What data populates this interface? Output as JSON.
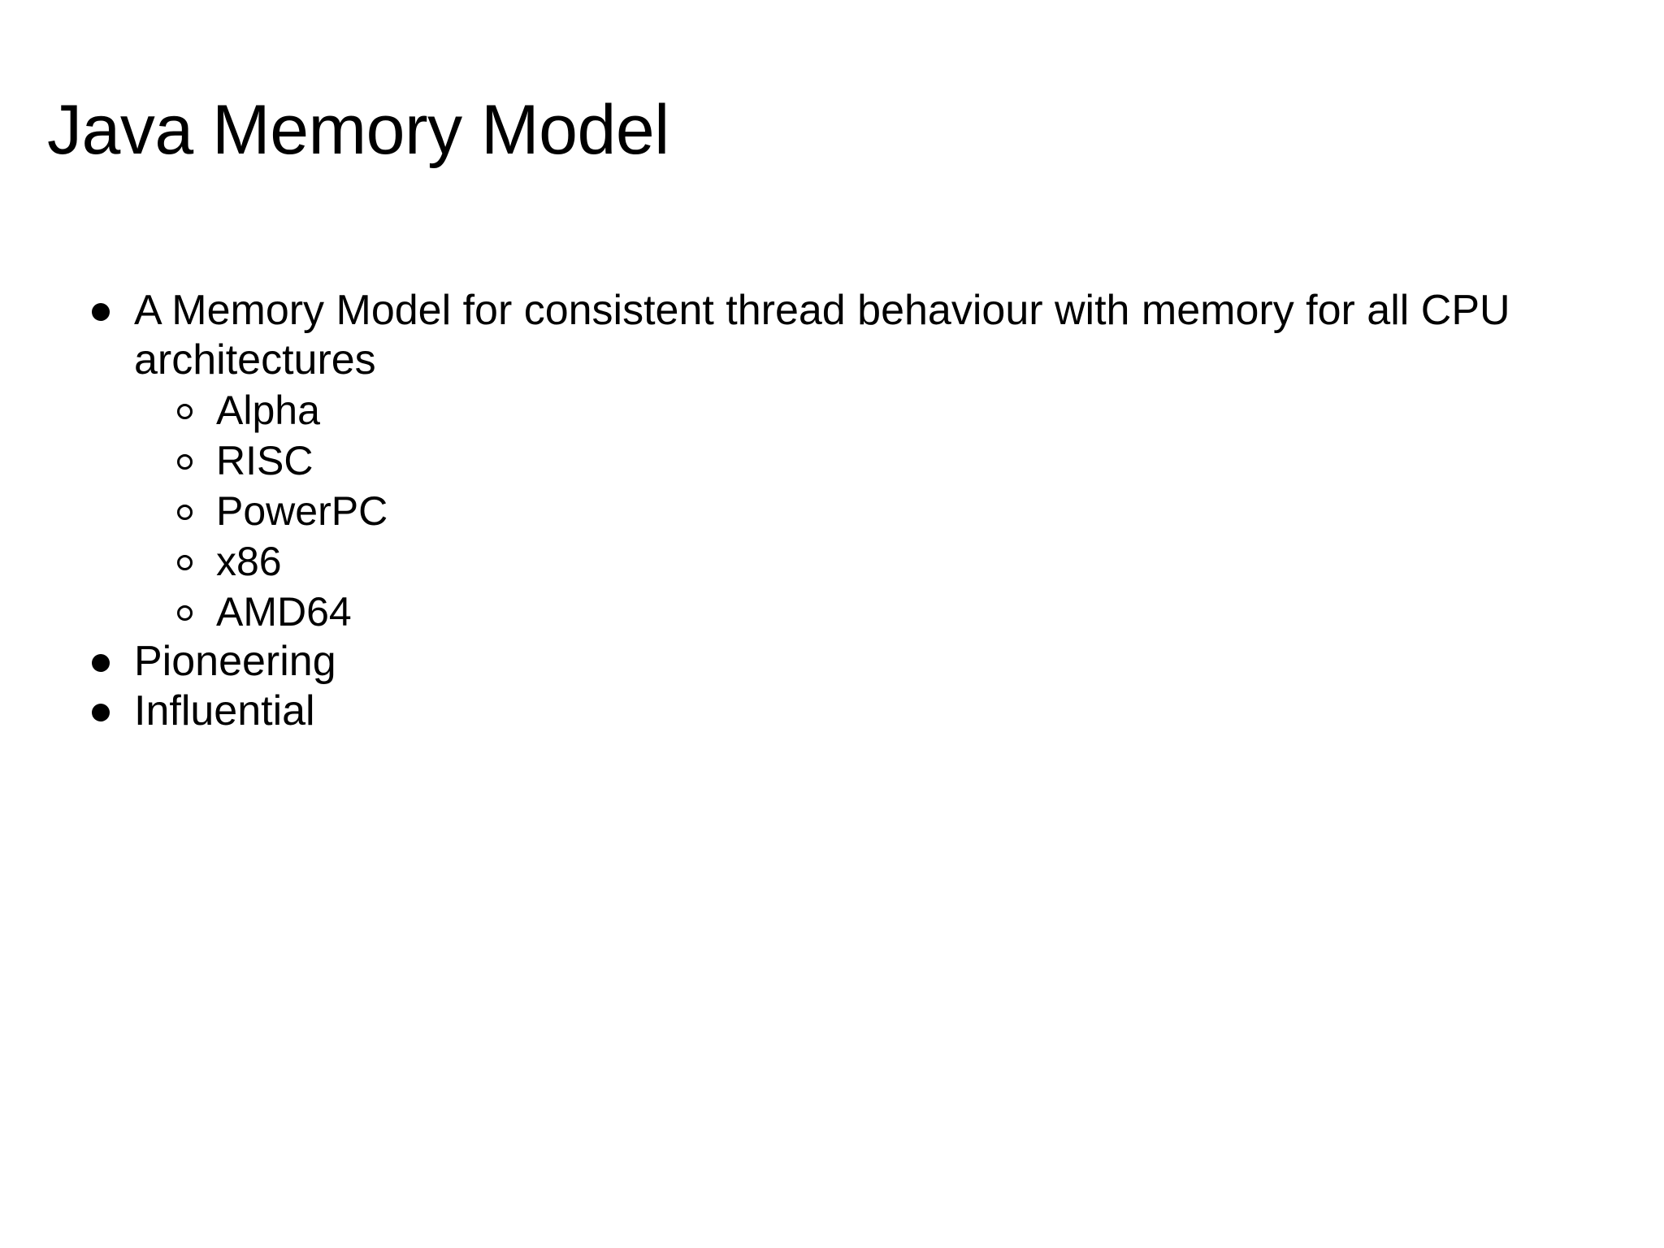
{
  "slide": {
    "title": "Java Memory Model",
    "background_color": "#ffffff",
    "text_color": "#000000",
    "bullets": [
      {
        "level": 1,
        "marker": "filled-disc",
        "text": "A Memory Model for consistent thread behaviour with memory for all CPU architectures",
        "children": [
          {
            "level": 2,
            "marker": "hollow-circle",
            "text": "Alpha"
          },
          {
            "level": 2,
            "marker": "hollow-circle",
            "text": "RISC"
          },
          {
            "level": 2,
            "marker": "hollow-circle",
            "text": "PowerPC"
          },
          {
            "level": 2,
            "marker": "hollow-circle",
            "text": "x86"
          },
          {
            "level": 2,
            "marker": "hollow-circle",
            "text": "AMD64"
          }
        ]
      },
      {
        "level": 1,
        "marker": "filled-disc",
        "text": "Pioneering",
        "children": []
      },
      {
        "level": 1,
        "marker": "filled-disc",
        "text": "Influential",
        "children": []
      }
    ]
  }
}
